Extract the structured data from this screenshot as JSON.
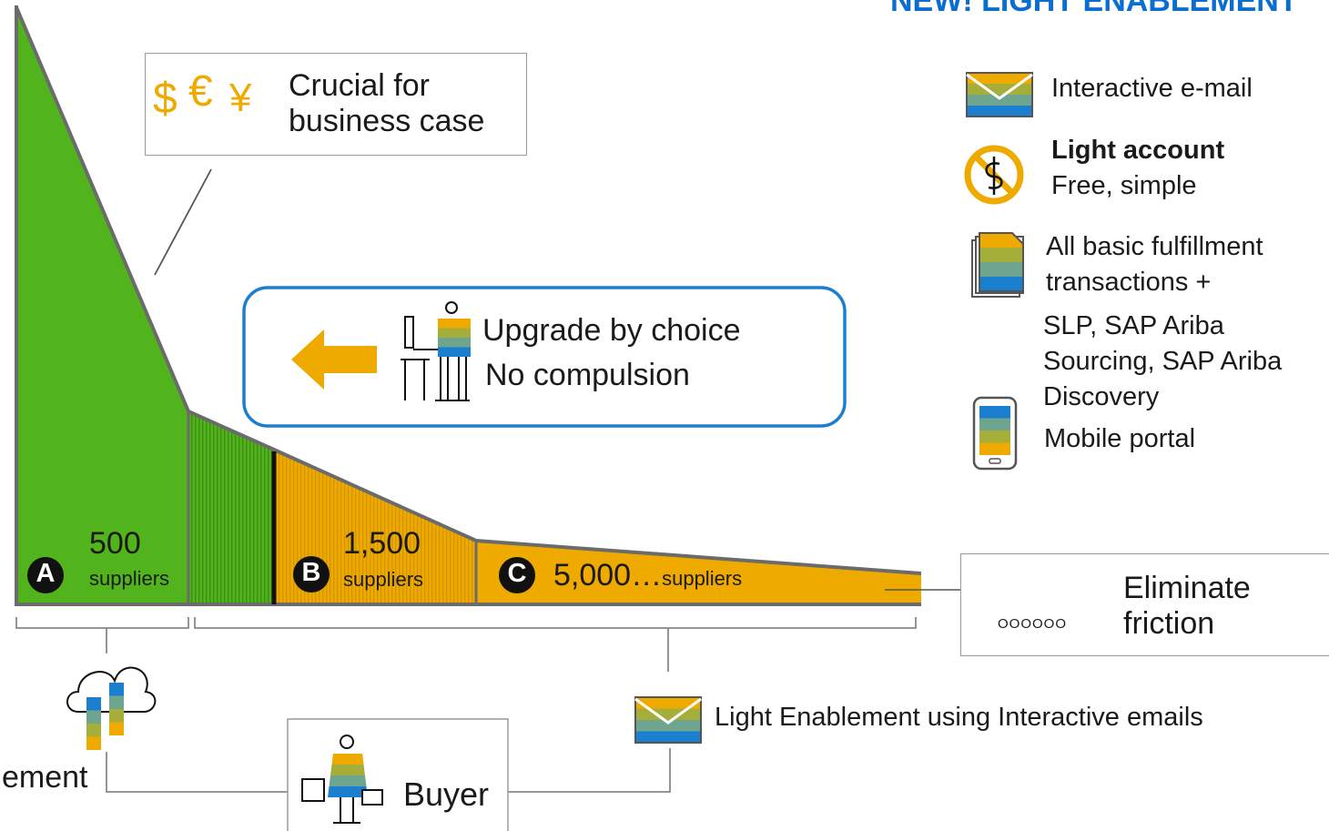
{
  "header": {
    "title": "NEW! LIGHT ENABLEMENT"
  },
  "callout_crucial": {
    "currency_symbols": [
      "$",
      "€",
      "¥"
    ],
    "line1": "Crucial for",
    "line2": "business case"
  },
  "upgrade_box": {
    "line1": "Upgrade by choice",
    "line2": "No compulsion"
  },
  "segments": [
    {
      "letter": "A",
      "count": "500",
      "unit": "suppliers"
    },
    {
      "letter": "B",
      "count": "1,500",
      "unit": "suppliers"
    },
    {
      "letter": "C",
      "count": "5,000…",
      "unit": "suppliers"
    }
  ],
  "legend": {
    "email": "Interactive e-mail",
    "light_account_title": "Light account",
    "light_account_sub": "Free, simple",
    "fulfillment_line1": "All basic fulfillment",
    "fulfillment_line2": "transactions +",
    "slp_line1": "SLP, SAP Ariba",
    "slp_line2": "Sourcing, SAP Ariba",
    "slp_line3": "Discovery",
    "mobile": "Mobile portal"
  },
  "friction_box": {
    "line1": "Eliminate",
    "line2": "friction",
    "conveyor_marks": "OOOOOO"
  },
  "bottom": {
    "left_fragment": "ement",
    "buyer": "Buyer",
    "email_caption": "Light Enablement using Interactive emails"
  },
  "colors": {
    "green": "#52b41c",
    "amber": "#efaa00",
    "blue": "#1b7fd0",
    "teal": "#6ea58f",
    "title_blue": "#0a6ed1"
  }
}
